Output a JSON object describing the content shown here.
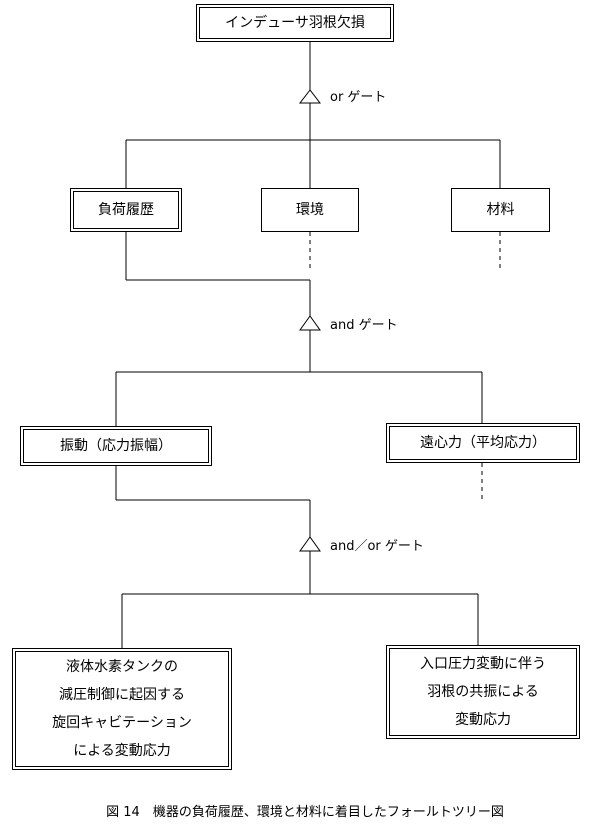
{
  "top_event": "インデューサ羽根欠損",
  "gates": {
    "g1": "or ゲート",
    "g2": "and ゲート",
    "g3": "and／or ゲート"
  },
  "level1": {
    "load_history": "負荷履歴",
    "environment": "環境",
    "material": "材料"
  },
  "level2": {
    "vibration": "振動（応力振幅）",
    "centrifugal": "遠心力（平均応力）"
  },
  "level3": {
    "left_lines": [
      "液体水素タンクの",
      "減圧制御に起因する",
      "旋回キャビテーション",
      "による変動応力"
    ],
    "right_lines": [
      "入口圧力変動に伴う",
      "羽根の共振による",
      "変動応力"
    ]
  },
  "caption": "図 14　機器の負荷履歴、環境と材料に着目したフォールトツリー図"
}
